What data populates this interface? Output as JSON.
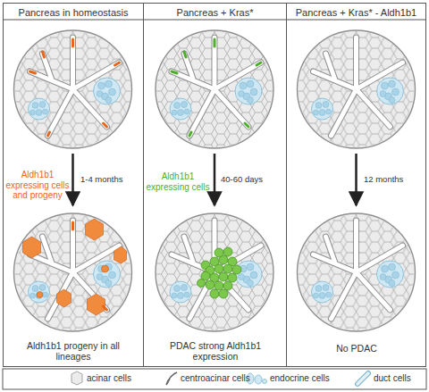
{
  "diagram": {
    "nodes": [
      {
        "text": [
          "Pancreas in homeostasis",
          "Aldh1b1 expressing cells and progeny",
          "1-4 months",
          "Aldh1b1 progeny in all lineages"
        ]
      },
      {
        "text": [
          "Pancreas + Kras*",
          "Aldh1b1 expressing cells",
          "40-60 days",
          "PDAC strong Aldh1b1 expression"
        ]
      },
      {
        "text": [
          "Pancreas + Kras* - Aldh1b1",
          "12 months",
          "No PDAC"
        ]
      }
    ],
    "legend": [
      {
        "text": "acinar cells"
      },
      {
        "text": "centroacinar cells"
      },
      {
        "text": "endocrine cells"
      },
      {
        "text": "duct cells"
      }
    ]
  }
}
